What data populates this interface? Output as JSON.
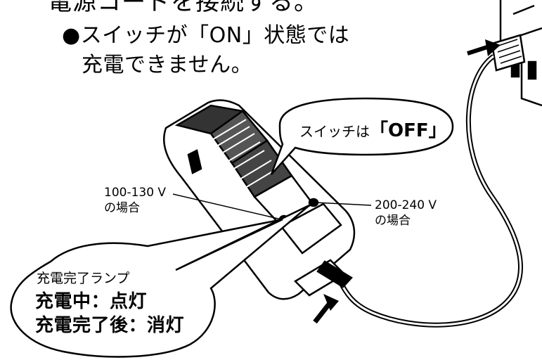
{
  "instructions": {
    "step_heading_fragment": "電源コードを接続する。",
    "note_bullet": "●",
    "note_line1": "スイッチが「ON」状態では",
    "note_line2": "充電できません。"
  },
  "callouts": {
    "switch": {
      "prefix": "スイッチは",
      "value": "「OFF」"
    },
    "voltage_low": {
      "range": "100-130 V",
      "suffix": "の場合"
    },
    "voltage_high": {
      "range": "200-240 V",
      "suffix": "の場合"
    },
    "lamp": {
      "title": "充電完了ランプ",
      "charging": "充電中：点灯",
      "done": "充電完了後：消灯"
    }
  },
  "colors": {
    "ink": "#000000",
    "background": "#ffffff",
    "shade": "#555555"
  }
}
